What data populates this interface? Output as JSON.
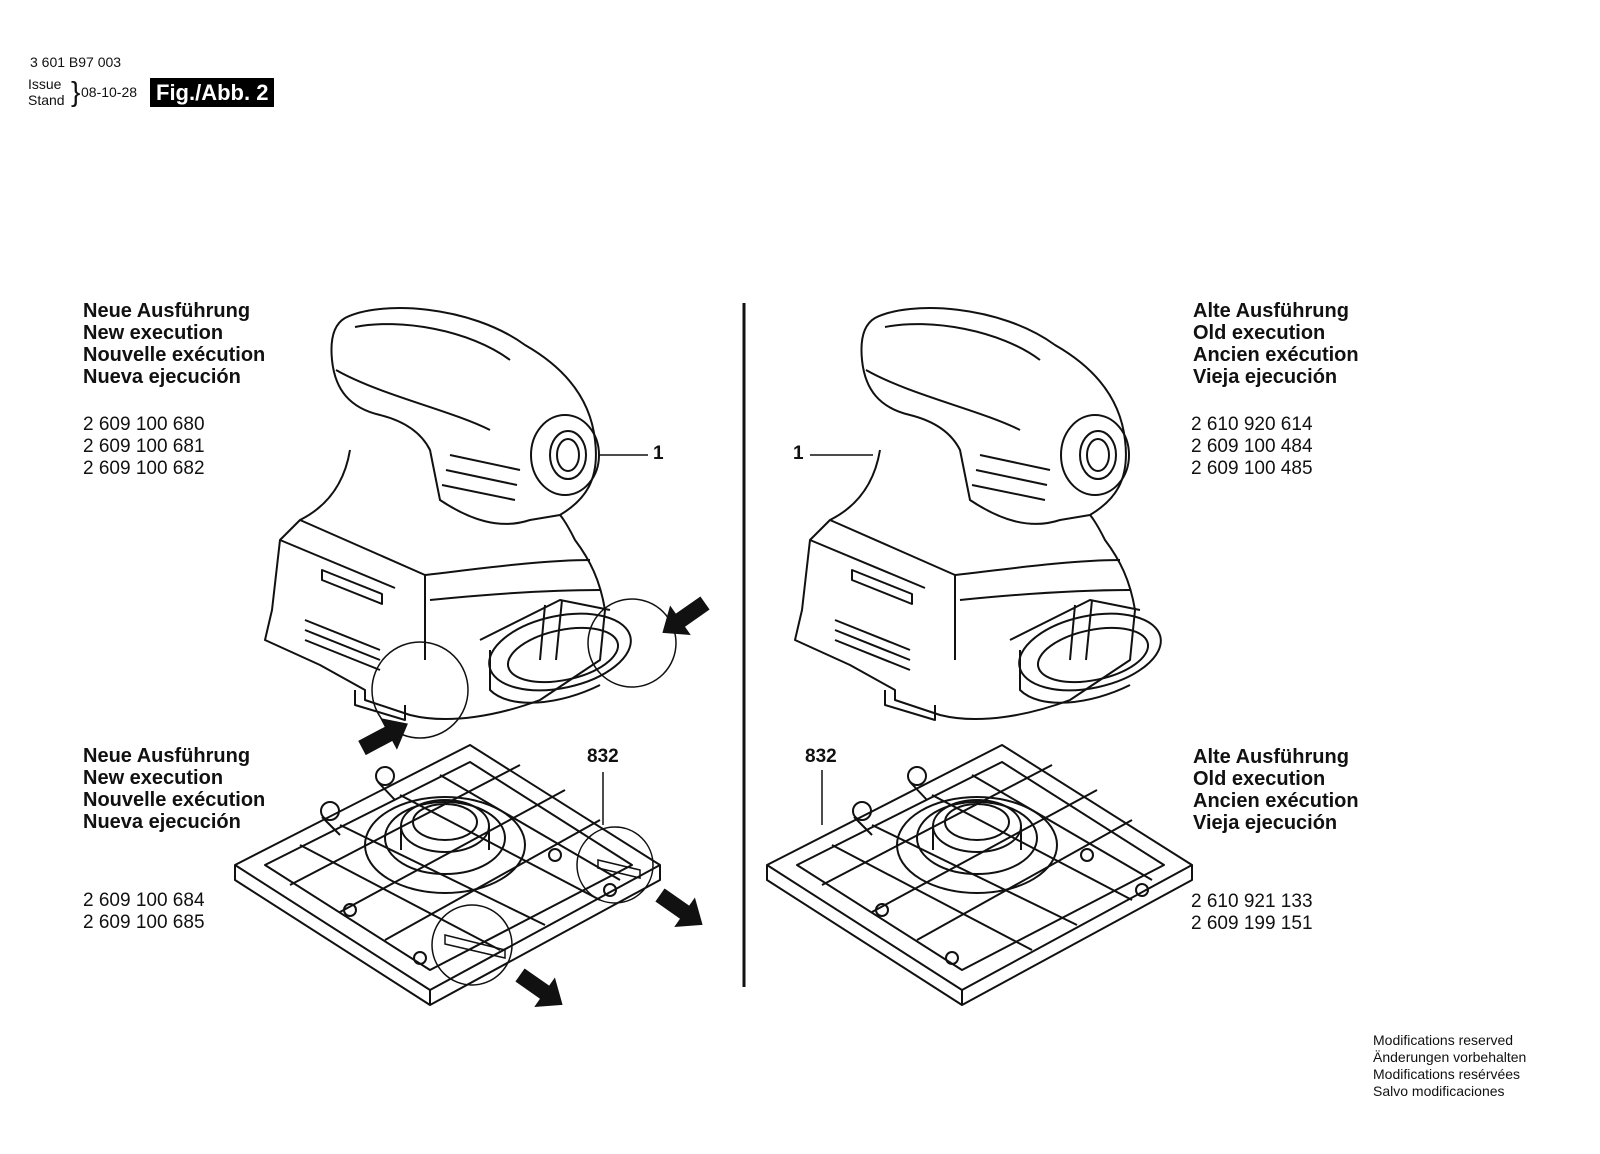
{
  "header": {
    "code": "3 601 B97 003",
    "issue_label": "Issue",
    "stand_label": "Stand",
    "date": "08-10-28",
    "figure": "Fig./Abb. 2"
  },
  "left": {
    "top_title": [
      "Neue Ausführung",
      "New execution",
      "Nouvelle exécution",
      "Nueva ejecución"
    ],
    "top_parts": [
      "2 609 100 680",
      "2 609 100 681",
      "2 609 100 682"
    ],
    "bottom_title": [
      "Neue Ausführung",
      "New execution",
      "Nouvelle exécution",
      "Nueva ejecución"
    ],
    "bottom_parts": [
      "2 609 100 684",
      "2 609 100 685"
    ],
    "callout_housing": "1",
    "callout_plate": "832"
  },
  "right": {
    "top_title": [
      "Alte Ausführung",
      "Old execution",
      "Ancien exécution",
      "Vieja ejecución"
    ],
    "top_parts": [
      "2 610 920 614",
      "2 609 100 484",
      "2 609 100 485"
    ],
    "bottom_title": [
      "Alte Ausführung",
      "Old execution",
      "Ancien exécution",
      "Vieja ejecución"
    ],
    "bottom_parts": [
      "2 610 921 133",
      "2 609 199 151"
    ],
    "callout_housing": "1",
    "callout_plate": "832"
  },
  "footer": {
    "notes": [
      "Modifications reserved",
      "Änderungen vorbehalten",
      "Modifications resérvées",
      "Salvo modificaciones"
    ]
  },
  "colors": {
    "ink": "#111111",
    "paper": "#ffffff",
    "badge_bg": "#000000",
    "badge_text": "#ffffff"
  }
}
